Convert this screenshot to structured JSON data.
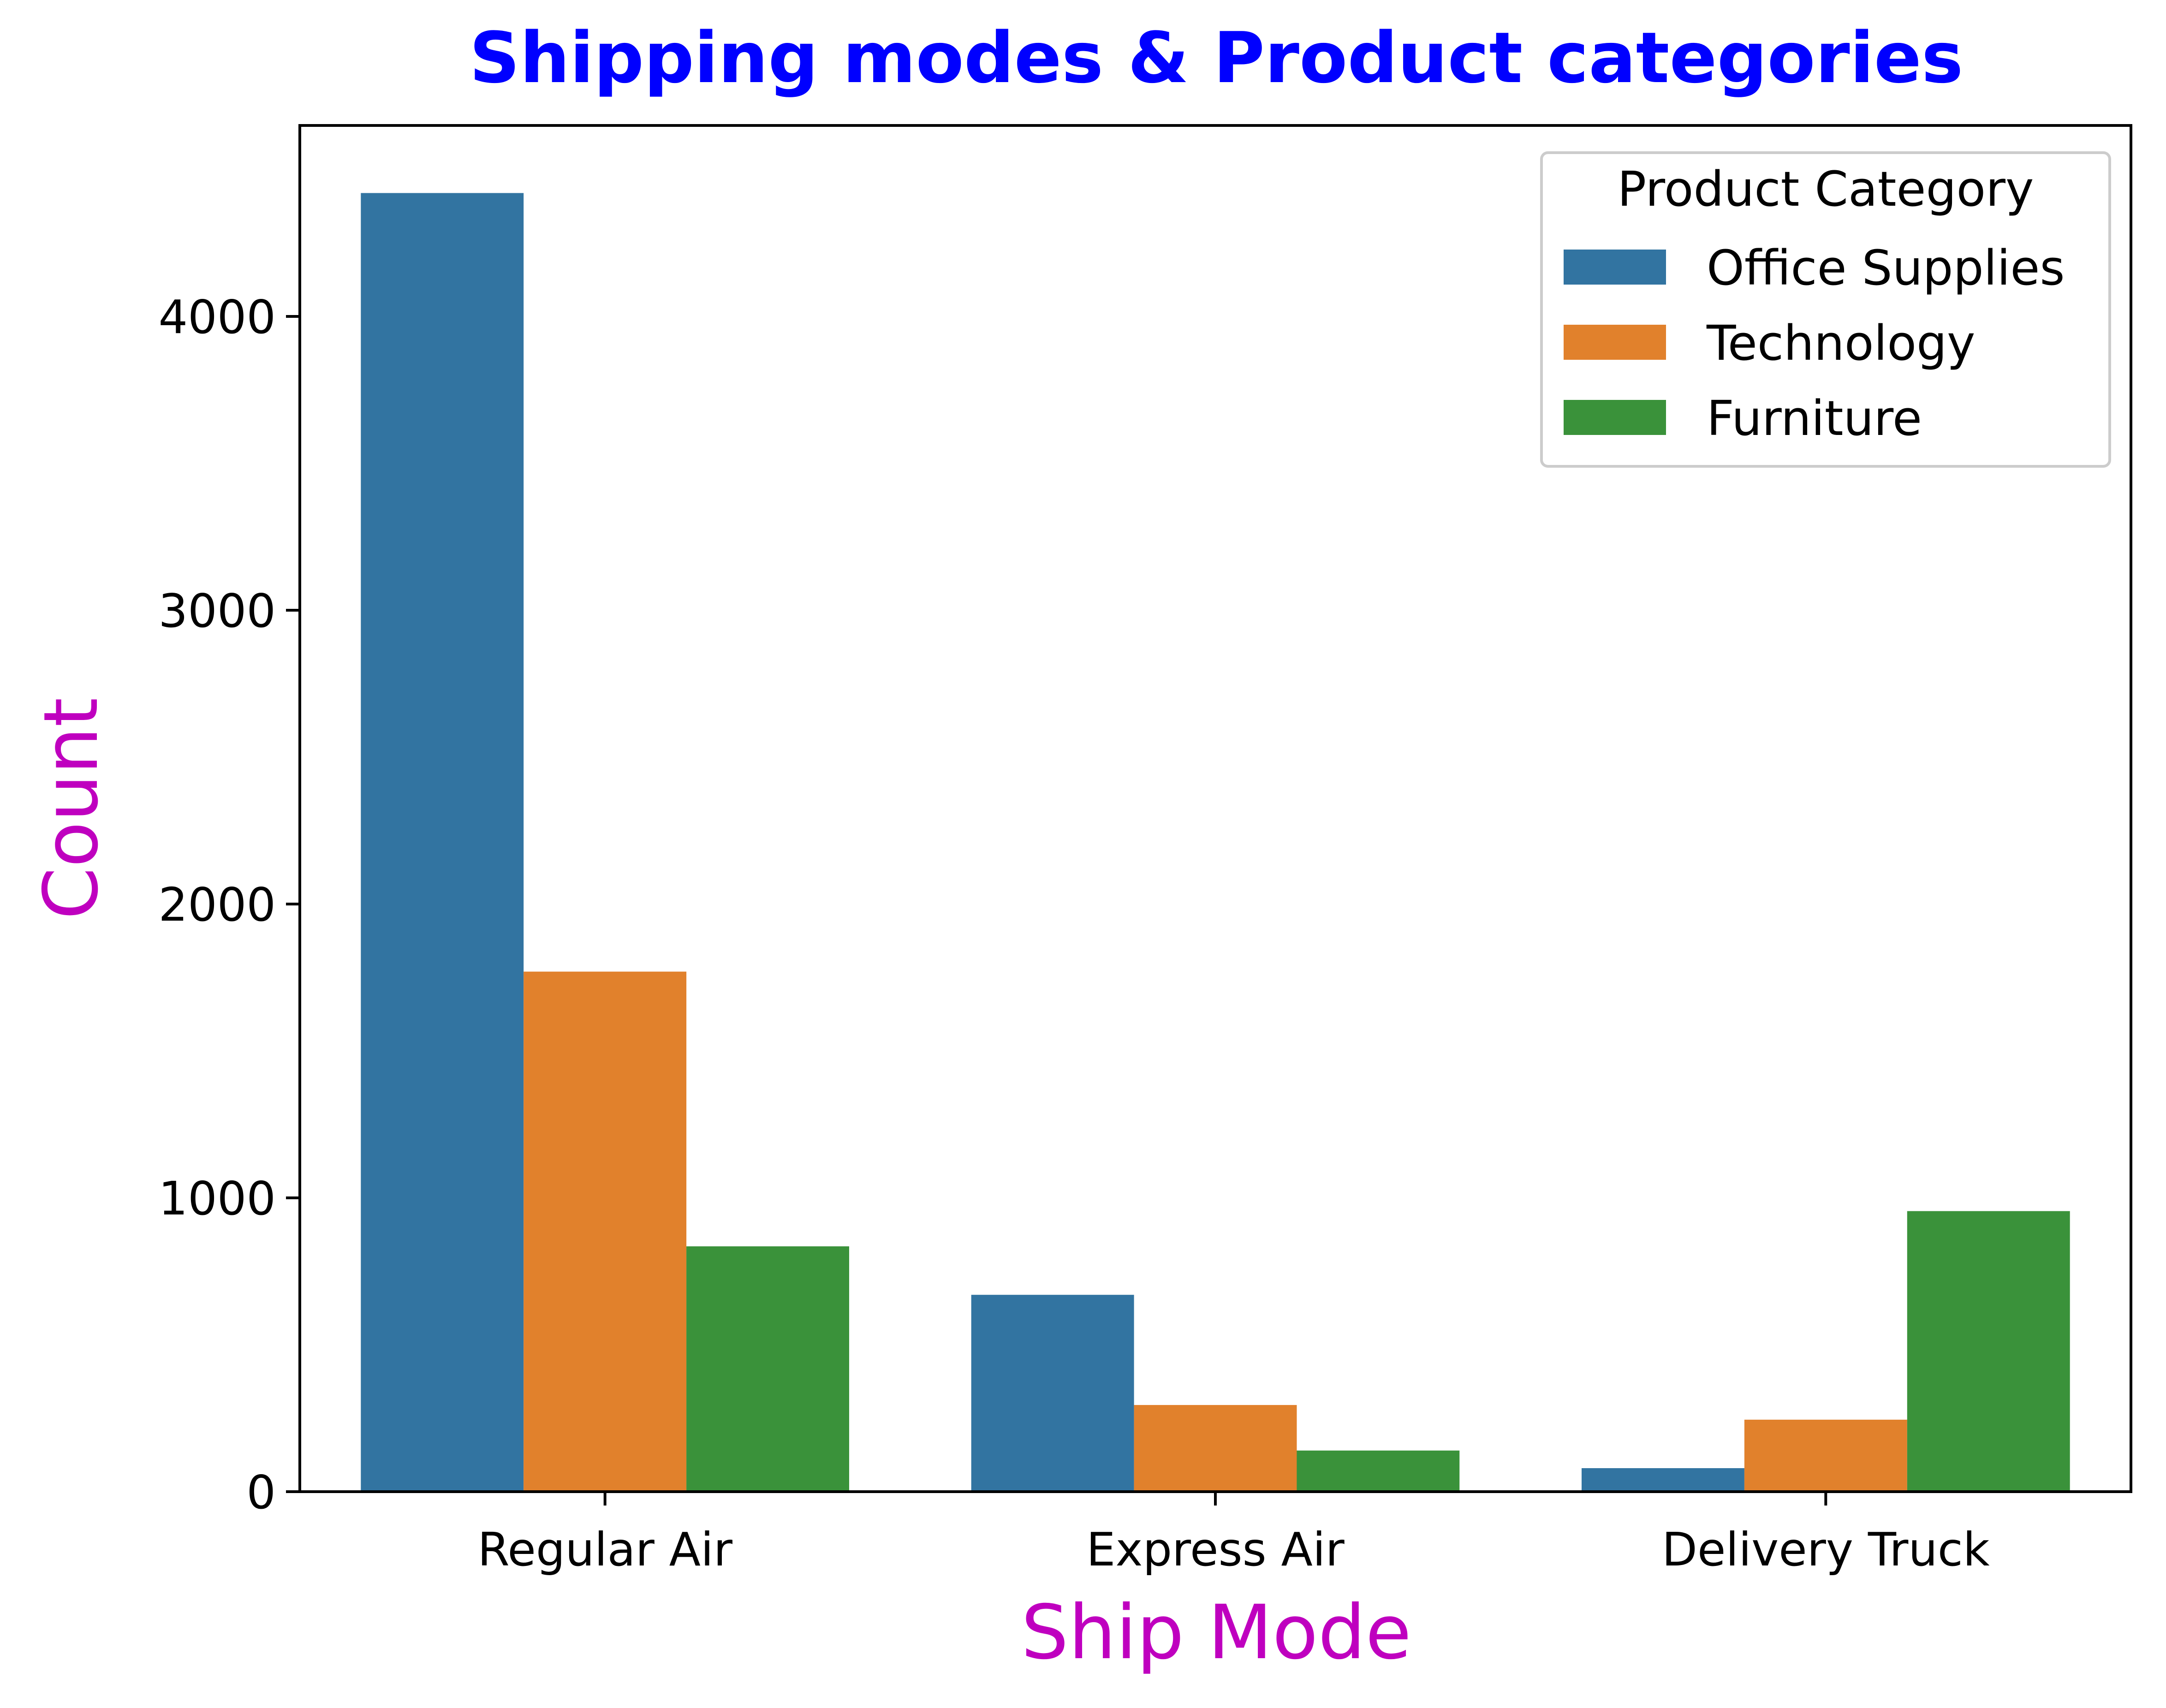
{
  "chart_data": {
    "type": "bar",
    "title": "Shipping modes & Product categories",
    "title_color": "#0000ff",
    "xlabel": "Ship Mode",
    "ylabel": "Count",
    "axis_label_color": "#bf00bf",
    "categories": [
      "Regular Air",
      "Express Air",
      "Delivery Truck"
    ],
    "series": [
      {
        "name": "Office Supplies",
        "color": "#3274a1",
        "values": [
          4420,
          670,
          80
        ]
      },
      {
        "name": "Technology",
        "color": "#e1812c",
        "values": [
          1770,
          295,
          245
        ]
      },
      {
        "name": "Furniture",
        "color": "#3a923a",
        "values": [
          835,
          140,
          955
        ]
      }
    ],
    "ylim": [
      0,
      4650
    ],
    "yticks": [
      0,
      1000,
      2000,
      3000,
      4000
    ],
    "ytick_labels": [
      "0",
      "1000",
      "2000",
      "3000",
      "4000"
    ],
    "grid": false,
    "legend": {
      "title": "Product Category",
      "position": "top-right"
    }
  }
}
